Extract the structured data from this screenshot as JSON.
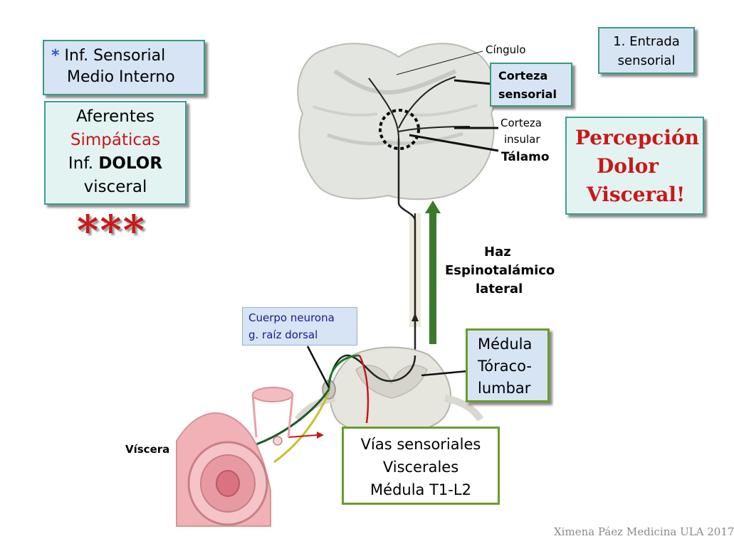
{
  "colors": {
    "accent_red": "#c81818",
    "box_blue": "#d6e4f4",
    "box_aqua": "#e3f3f2",
    "border_green": "#6a9c2c",
    "arrow_green": "#3a7a2a"
  },
  "boxes": {
    "inf_sensorial": {
      "bullet": "*",
      "line1": "Inf. Sensorial",
      "line2": "Medio Interno"
    },
    "aferentes": {
      "line1": "Aferentes",
      "line2": "Simpáticas",
      "line3_prefix": "Inf. ",
      "line3_bold": "DOLOR",
      "line4": "visceral"
    },
    "entrada": {
      "line1": "1. Entrada",
      "line2": "sensorial"
    },
    "corteza_sensorial": {
      "line1": "Corteza",
      "line2": "sensorial"
    },
    "percepcion": {
      "line1": "Percepción",
      "line2": "Dolor",
      "line3": "Visceral!"
    },
    "cuerpo_neurona": {
      "line1": "Cuerpo neurona",
      "line2": "g. raíz dorsal"
    },
    "medula": {
      "line1": "Médula",
      "line2": "Tóraco-",
      "line3": "lumbar"
    },
    "vias": {
      "line1": "Vías sensoriales",
      "line2": "Viscerales",
      "line3": "Médula T1-L2"
    }
  },
  "labels": {
    "stars": "***",
    "cingulo": "Cíngulo",
    "corteza_insular_1": "Corteza",
    "corteza_insular_2": "insular",
    "talamo": "Tálamo",
    "haz_1": "Haz",
    "haz_2": "Espinotalámico",
    "haz_3": "lateral",
    "viscera": "Víscera",
    "footer": "Ximena Páez Medicina ULA 2017"
  }
}
